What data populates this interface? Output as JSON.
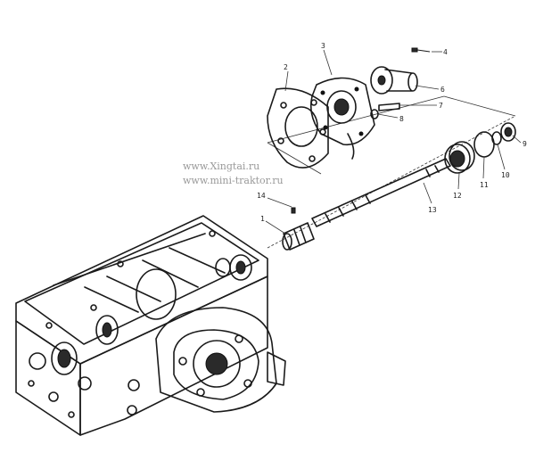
{
  "watermark": {
    "line1": "www.Xingtai.ru",
    "line2": "www.mini-traktor.ru"
  },
  "callouts": [
    {
      "id": "1",
      "label": "1"
    },
    {
      "id": "2",
      "label": "2"
    },
    {
      "id": "3",
      "label": "3"
    },
    {
      "id": "4",
      "label": "4"
    },
    {
      "id": "6",
      "label": "6"
    },
    {
      "id": "7",
      "label": "7"
    },
    {
      "id": "8",
      "label": "8"
    },
    {
      "id": "9",
      "label": "9"
    },
    {
      "id": "10",
      "label": "10"
    },
    {
      "id": "11",
      "label": "11"
    },
    {
      "id": "12",
      "label": "12"
    },
    {
      "id": "13",
      "label": "13"
    },
    {
      "id": "14",
      "label": "14"
    }
  ]
}
